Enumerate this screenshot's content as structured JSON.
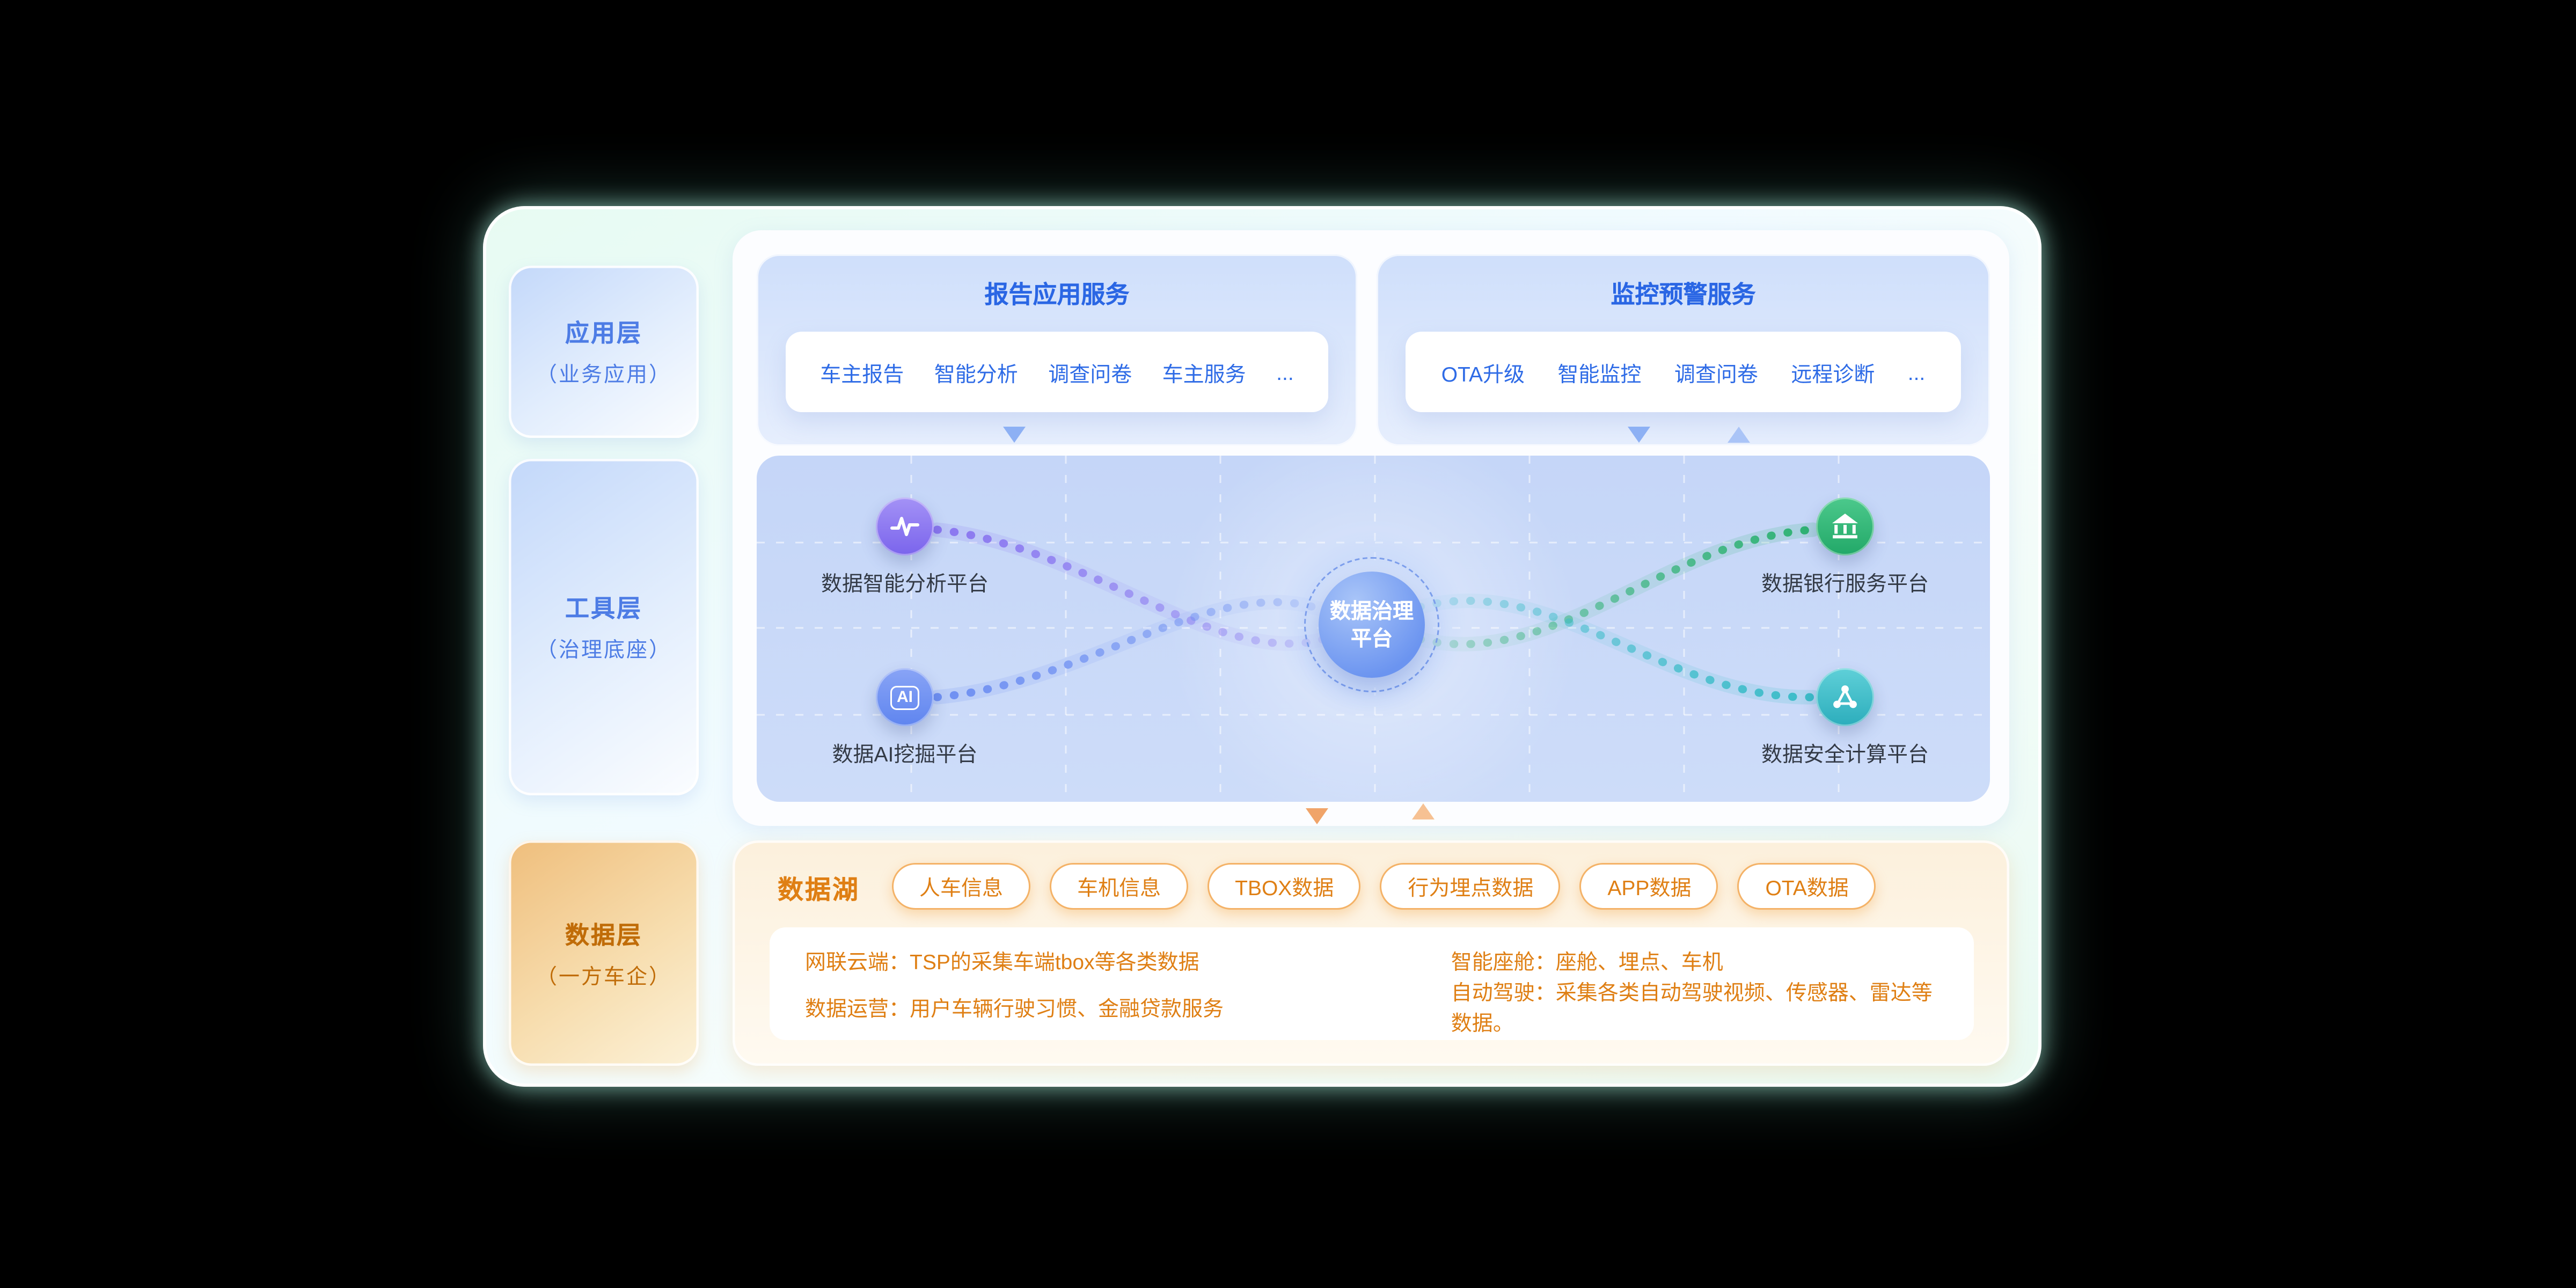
{
  "colors": {
    "accent_blue": "#2e6be6",
    "accent_orange": "#df7f14",
    "node_purple": "#8b7cf0",
    "node_blue": "#6e8ff2",
    "node_green": "#2fb273",
    "node_teal": "#3bbcc8"
  },
  "layers": {
    "application": {
      "title": "应用层",
      "subtitle": "（业务应用）"
    },
    "tool": {
      "title": "工具层",
      "subtitle": "（治理底座）"
    },
    "data": {
      "title": "数据层",
      "subtitle": "（一方车企）"
    }
  },
  "report_services": {
    "title": "报告应用服务",
    "items": [
      "车主报告",
      "智能分析",
      "调查问卷",
      "车主服务",
      "..."
    ]
  },
  "monitor_services": {
    "title": "监控预警服务",
    "items": [
      "OTA升级",
      "智能监控",
      "调查问卷",
      "远程诊断",
      "..."
    ]
  },
  "governance": {
    "center": {
      "line1": "数据治理",
      "line2": "平台"
    },
    "ai_badge": "AI",
    "nodes": [
      {
        "label": "数据智能分析平台",
        "icon": "pulse-icon",
        "color": "#8b7cf0"
      },
      {
        "label": "数据AI挖掘平台",
        "icon": "ai-icon",
        "color": "#6e8ff2"
      },
      {
        "label": "数据银行服务平台",
        "icon": "bank-icon",
        "color": "#2fb273"
      },
      {
        "label": "数据安全计算平台",
        "icon": "share-nodes-icon",
        "color": "#3bbcc8"
      }
    ]
  },
  "data_lake": {
    "title": "数据湖",
    "tags": [
      "人车信息",
      "车机信息",
      "TBOX数据",
      "行为埋点数据",
      "APP数据",
      "OTA数据"
    ],
    "notes": [
      "网联云端：TSP的采集车端tbox等各类数据",
      "数据运营：用户车辆行驶习惯、金融贷款服务",
      "智能座舱：座舱、埋点、车机",
      "自动驾驶：采集各类自动驾驶视频、传感器、雷达等数据。"
    ]
  }
}
